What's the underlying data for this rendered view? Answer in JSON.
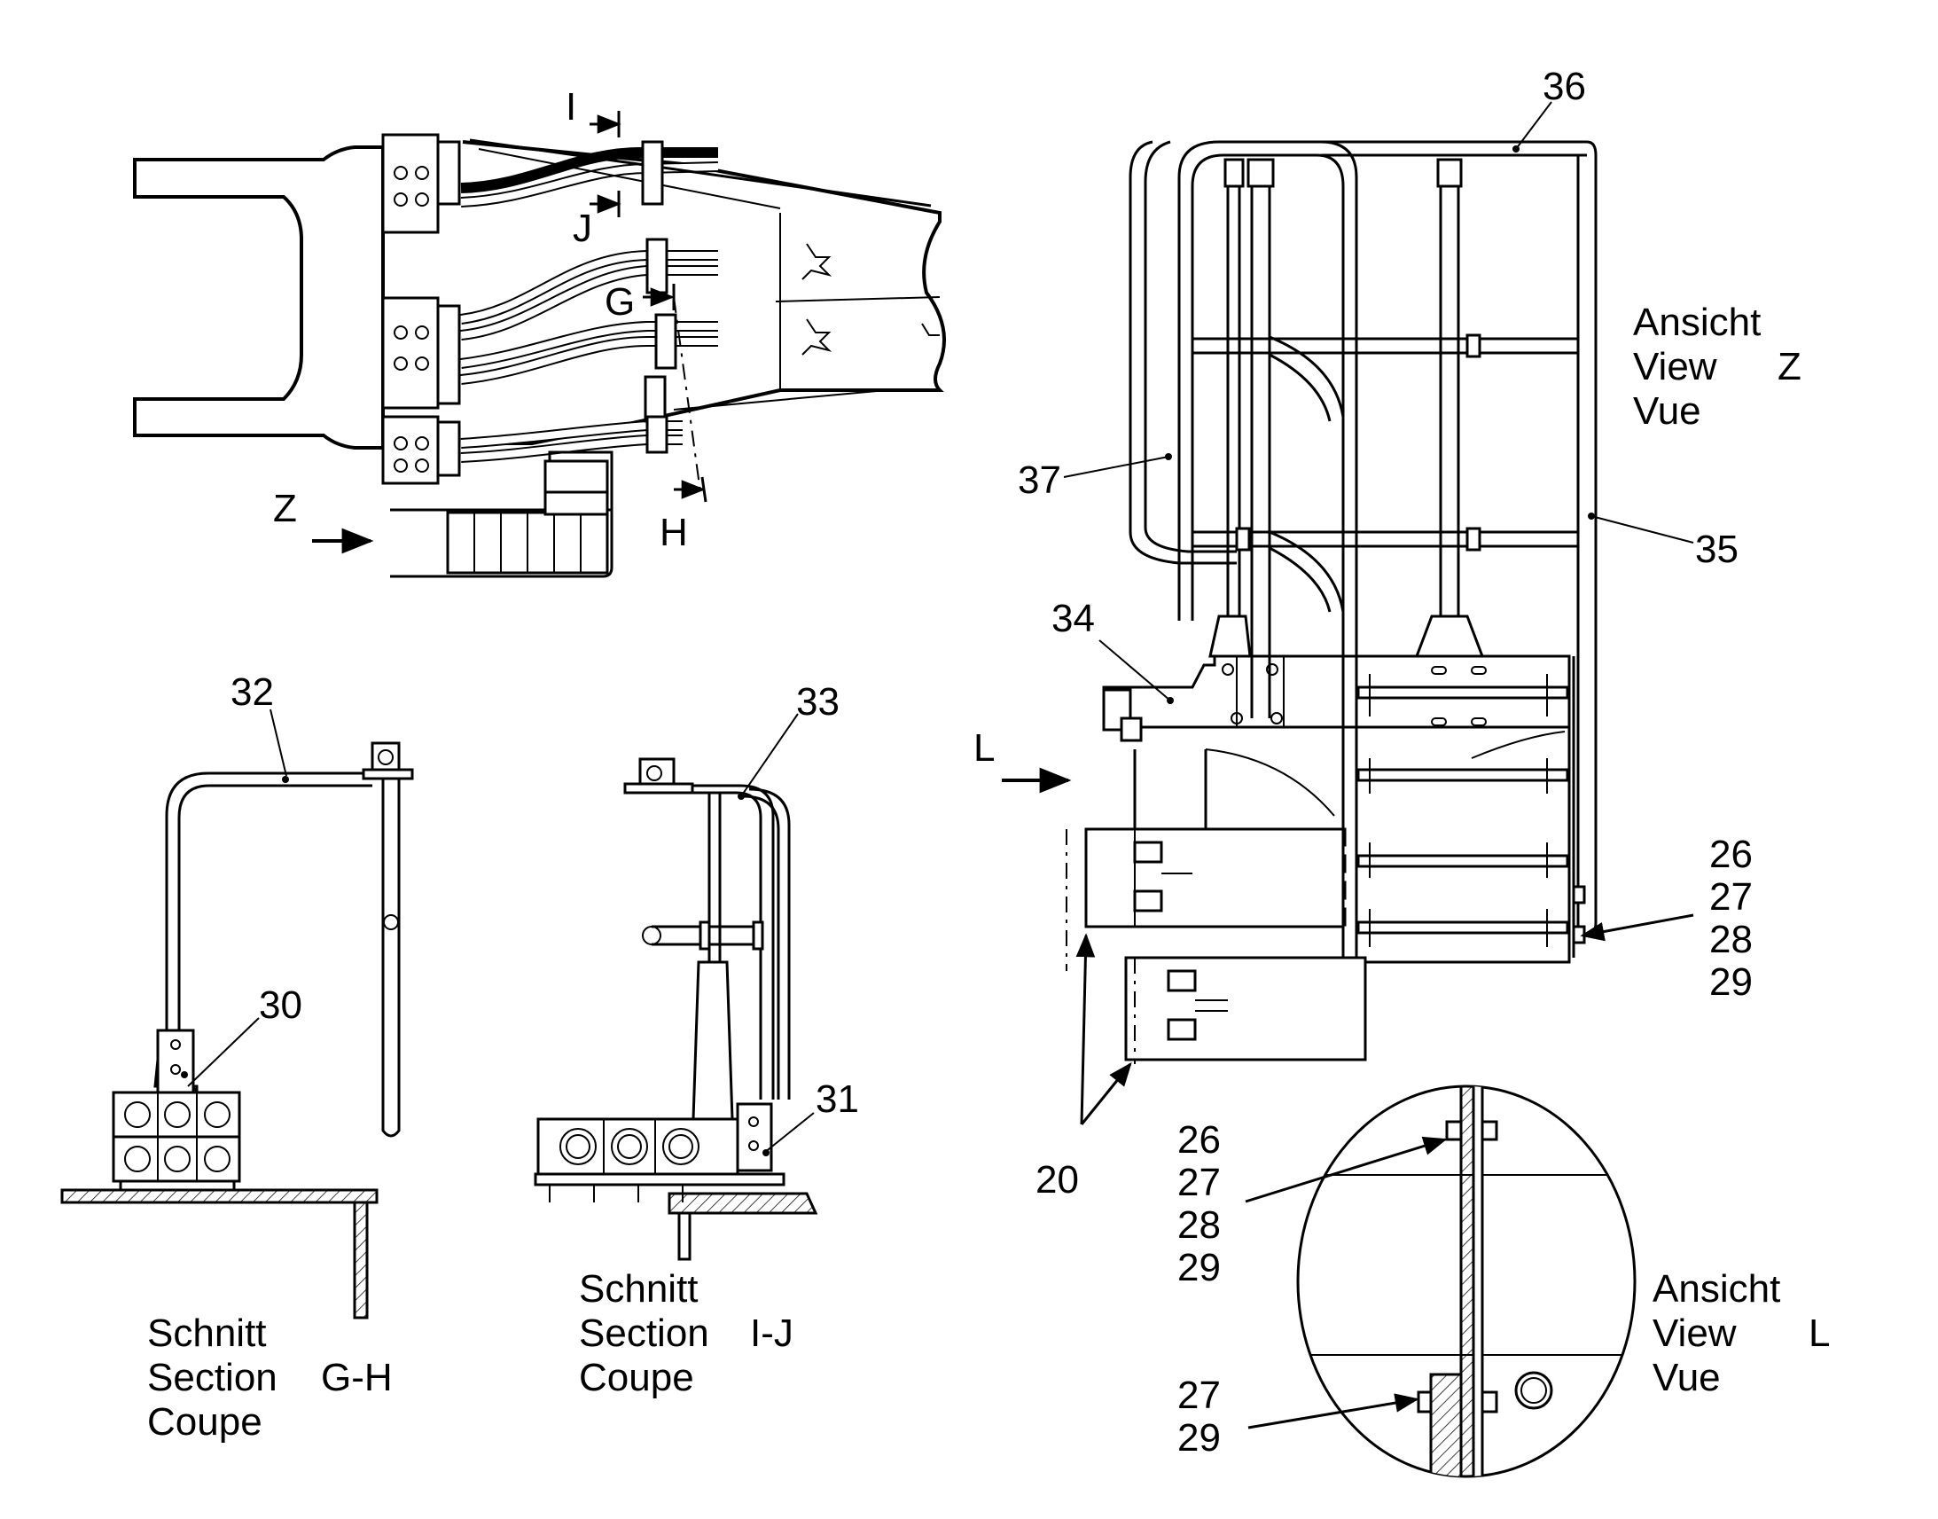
{
  "views": {
    "top": {
      "markers": {
        "i": "I",
        "j": "J",
        "g": "G",
        "h": "H",
        "z": "Z"
      }
    },
    "section_gh": {
      "callouts": {
        "c32": "32",
        "c30": "30"
      },
      "caption": {
        "de": "Schnitt",
        "en": "Section",
        "fr": "Coupe",
        "id": "G-H"
      }
    },
    "section_ij": {
      "callouts": {
        "c33": "33",
        "c31": "31"
      },
      "caption": {
        "de": "Schnitt",
        "en": "Section",
        "fr": "Coupe",
        "id": "I-J"
      }
    },
    "view_z": {
      "callouts": {
        "c36": "36",
        "c37": "37",
        "c35": "35",
        "c34": "34",
        "c20": "20"
      },
      "fastener_group": [
        "26",
        "27",
        "28",
        "29"
      ],
      "marker_l": "L",
      "caption": {
        "de": "Ansicht",
        "en": "View",
        "fr": "Vue",
        "id": "Z"
      }
    },
    "view_l": {
      "fastener_group_upper": [
        "26",
        "27",
        "28",
        "29"
      ],
      "fastener_group_lower": [
        "27",
        "29"
      ],
      "caption": {
        "de": "Ansicht",
        "en": "View",
        "fr": "Vue",
        "id": "L"
      }
    }
  }
}
